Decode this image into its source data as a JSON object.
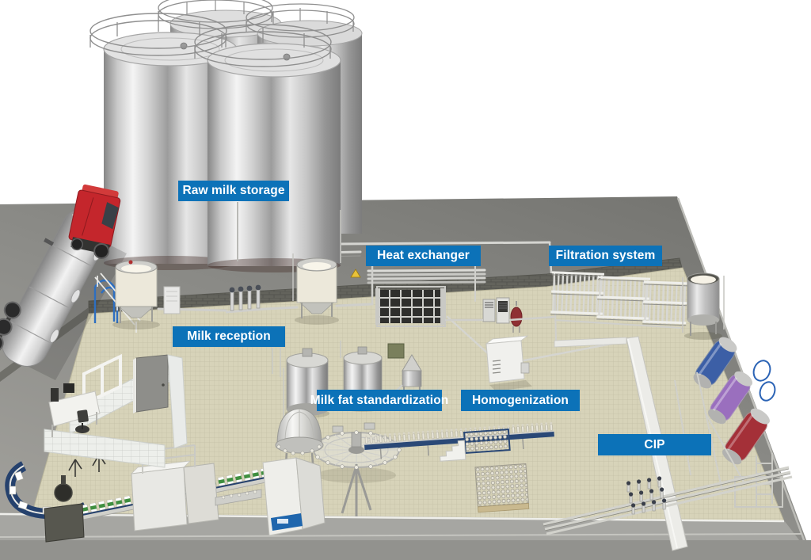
{
  "labels": [
    {
      "id": "raw-milk-storage",
      "text": "Raw milk storage"
    },
    {
      "id": "heat-exchanger",
      "text": "Heat exchanger"
    },
    {
      "id": "filtration-system",
      "text": "Filtration system"
    },
    {
      "id": "milk-reception",
      "text": "Milk reception"
    },
    {
      "id": "milk-fat-standardization",
      "text": "Milk fat standardization"
    },
    {
      "id": "homogenization",
      "text": "Homogenization"
    },
    {
      "id": "cip",
      "text": "CIP"
    }
  ],
  "label_style": {
    "background": "#0c72b8",
    "text_color": "#ffffff"
  },
  "colors": {
    "background": "#ffffff",
    "platform_gray": "#8b8b87",
    "floor_beige": "#d7d3b9",
    "apron_gray": "#a6a6a2",
    "wall_tile": "#edefeb",
    "platform_wall_dark": "#63635c",
    "truck_cab_red": "#c4262c",
    "milk_white": "#f6f2e6",
    "steel_light": "#e9e9e9",
    "steel_dark": "#8f8f8f",
    "cip_tank_blue": "#3c5fa6",
    "cip_tank_purple": "#9a6fbe",
    "cip_tank_red": "#a43038",
    "conveyor_navy": "#25416d",
    "carton_green": "#3f8f3f",
    "hose_blue": "#2e6fc0",
    "expansion_vessel_red": "#8f3034"
  },
  "equipment_names": [
    "raw-milk-silos",
    "milk-tanker-truck",
    "milk-reception-tanks",
    "valve-manifold",
    "heat-exchanger-unit",
    "control-cabinets",
    "filtration-skid",
    "milk-buffer-tank",
    "cip-tanks",
    "homogenizer-unit",
    "standardization-tanks",
    "separator",
    "bottling-carousel",
    "bottle-conveyor",
    "bottle-accumulation",
    "packaging-machines",
    "carton-conveyor",
    "office-cabin",
    "floor-pipework"
  ]
}
